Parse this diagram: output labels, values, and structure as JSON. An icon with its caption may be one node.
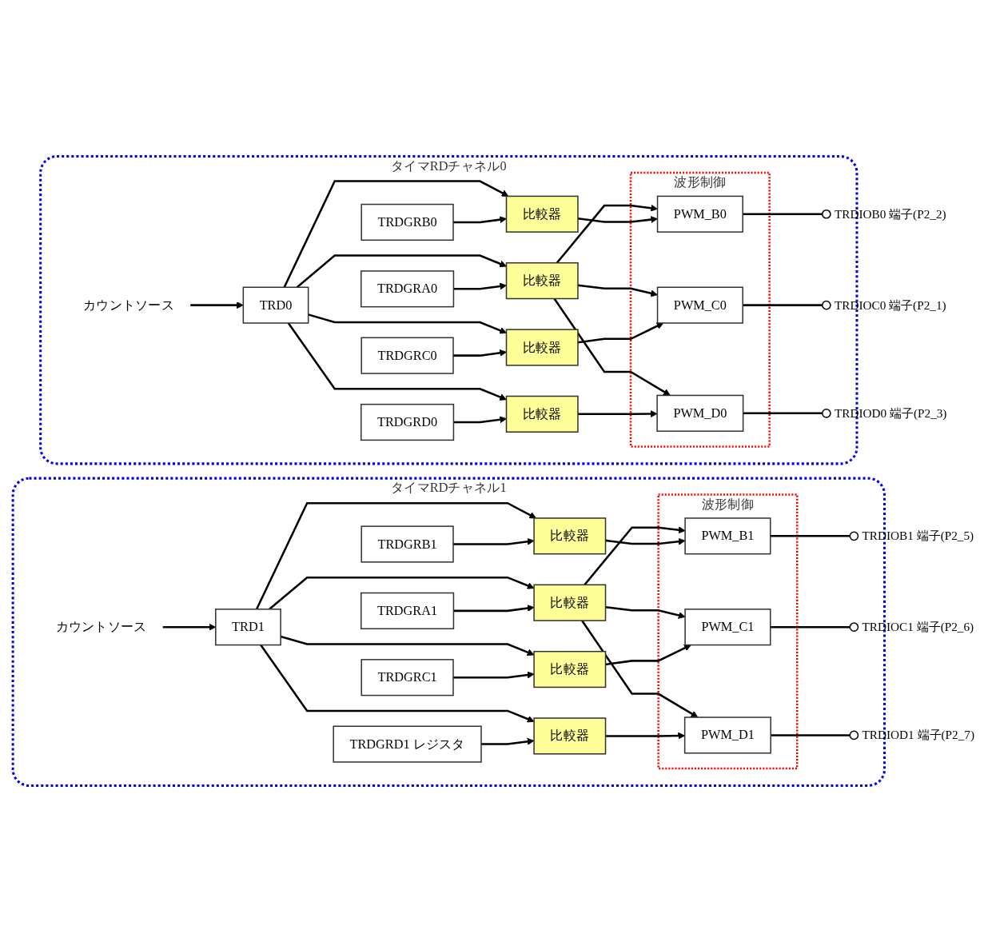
{
  "diagram": {
    "nodes": [
      {
        "text": [
          "タイマRDチャネル0"
        ]
      },
      {
        "text": [
          "カウントソース"
        ],
        "in": 0
      },
      {
        "text": [
          "TRD0"
        ],
        "in": 0
      },
      {
        "text": [
          "TRDGRA0"
        ],
        "in": 0
      },
      {
        "text": [
          "TRDGRB0"
        ],
        "in": 0
      },
      {
        "text": [
          "TRDGRC0"
        ],
        "in": 0
      },
      {
        "text": [
          "TRDGRD0"
        ],
        "in": 0
      },
      {
        "text": [
          "比較器"
        ],
        "in": 0
      },
      {
        "text": [
          "比較器"
        ],
        "in": 0
      },
      {
        "text": [
          "比較器"
        ],
        "in": 0
      },
      {
        "text": [
          "比較器"
        ],
        "in": 0
      },
      {
        "text": [
          "波形制御"
        ],
        "in": 0
      },
      {
        "text": [
          "PWM_B0"
        ],
        "in": 11
      },
      {
        "text": [
          "PWM_C0"
        ],
        "in": 11
      },
      {
        "text": [
          "PWM_D0"
        ],
        "in": 11
      },
      {
        "text": [],
        "shape": "circle",
        "beside": [
          "TRDIOB0 端子(P2_2)"
        ],
        "in": 0
      },
      {
        "text": [],
        "shape": "circle",
        "beside": [
          "TRDIOC0 端子(P2_1)"
        ],
        "in": 0
      },
      {
        "text": [],
        "shape": "circle",
        "beside": [
          "TRDIOD0 端子(P2_3)"
        ],
        "in": 0
      },
      {
        "text": [
          "タイマRDチャネル1"
        ]
      },
      {
        "text": [
          "カウントソース"
        ],
        "in": 18
      },
      {
        "text": [
          "TRD1"
        ],
        "in": 18
      },
      {
        "text": [
          "TRDGRA1"
        ],
        "in": 18
      },
      {
        "text": [
          "TRDGRB1"
        ],
        "in": 18
      },
      {
        "text": [
          "TRDGRC1"
        ],
        "in": 18
      },
      {
        "text": [
          "TRDGRD1 レジスタ"
        ],
        "in": 18
      },
      {
        "text": [
          "比較器"
        ],
        "in": 18
      },
      {
        "text": [
          "比較器"
        ],
        "in": 18
      },
      {
        "text": [
          "比較器"
        ],
        "in": 18
      },
      {
        "text": [
          "比較器"
        ],
        "in": 18
      },
      {
        "text": [
          "波形制御"
        ],
        "in": 18
      },
      {
        "text": [
          "PWM_B1"
        ],
        "in": 29
      },
      {
        "text": [
          "PWM_C1"
        ],
        "in": 29
      },
      {
        "text": [
          "PWM_D1"
        ],
        "in": 29
      },
      {
        "text": [],
        "shape": "circle",
        "beside": [
          "TRDIOB1 端子(P2_5)"
        ],
        "in": 18
      },
      {
        "text": [],
        "shape": "circle",
        "beside": [
          "TRDIOC1 端子(P2_6)"
        ],
        "in": 18
      },
      {
        "text": [],
        "shape": "circle",
        "beside": [
          "TRDIOD1 端子(P2_7)"
        ],
        "in": 18
      }
    ],
    "edges": [
      {
        "from": 1,
        "to": 2,
        "arrow": "to"
      },
      {
        "from": 2,
        "to": 7,
        "arrow": "to"
      },
      {
        "from": 2,
        "to": 8,
        "arrow": "to"
      },
      {
        "from": 2,
        "to": 9,
        "arrow": "to"
      },
      {
        "from": 2,
        "to": 10,
        "arrow": "to"
      },
      {
        "from": 3,
        "to": 7,
        "arrow": "to"
      },
      {
        "from": 4,
        "to": 8,
        "arrow": "to"
      },
      {
        "from": 5,
        "to": 9,
        "arrow": "to"
      },
      {
        "from": 6,
        "to": 10,
        "arrow": "to"
      },
      {
        "from": 7,
        "to": 12,
        "arrow": "to"
      },
      {
        "from": 7,
        "to": 13,
        "arrow": "to"
      },
      {
        "from": 7,
        "to": 14,
        "arrow": "to"
      },
      {
        "from": 8,
        "to": 12,
        "arrow": "to"
      },
      {
        "from": 9,
        "to": 13,
        "arrow": "to"
      },
      {
        "from": 10,
        "to": 14,
        "arrow": "to"
      },
      {
        "from": 12,
        "to": 15,
        "arrow": "none"
      },
      {
        "from": 13,
        "to": 16,
        "arrow": "none"
      },
      {
        "from": 14,
        "to": 17,
        "arrow": "none"
      },
      {
        "from": 19,
        "to": 20,
        "arrow": "to"
      },
      {
        "from": 20,
        "to": 25,
        "arrow": "to"
      },
      {
        "from": 20,
        "to": 26,
        "arrow": "to"
      },
      {
        "from": 20,
        "to": 27,
        "arrow": "to"
      },
      {
        "from": 20,
        "to": 28,
        "arrow": "to"
      },
      {
        "from": 21,
        "to": 25,
        "arrow": "to"
      },
      {
        "from": 22,
        "to": 26,
        "arrow": "to"
      },
      {
        "from": 23,
        "to": 27,
        "arrow": "to"
      },
      {
        "from": 24,
        "to": 28,
        "arrow": "to"
      },
      {
        "from": 25,
        "to": 30,
        "arrow": "to"
      },
      {
        "from": 25,
        "to": 31,
        "arrow": "to"
      },
      {
        "from": 25,
        "to": 32,
        "arrow": "to"
      },
      {
        "from": 26,
        "to": 30,
        "arrow": "to"
      },
      {
        "from": 27,
        "to": 31,
        "arrow": "to"
      },
      {
        "from": 28,
        "to": 32,
        "arrow": "to"
      },
      {
        "from": 30,
        "to": 33,
        "arrow": "none"
      },
      {
        "from": 31,
        "to": 34,
        "arrow": "none"
      },
      {
        "from": 32,
        "to": 35,
        "arrow": "none"
      }
    ]
  }
}
